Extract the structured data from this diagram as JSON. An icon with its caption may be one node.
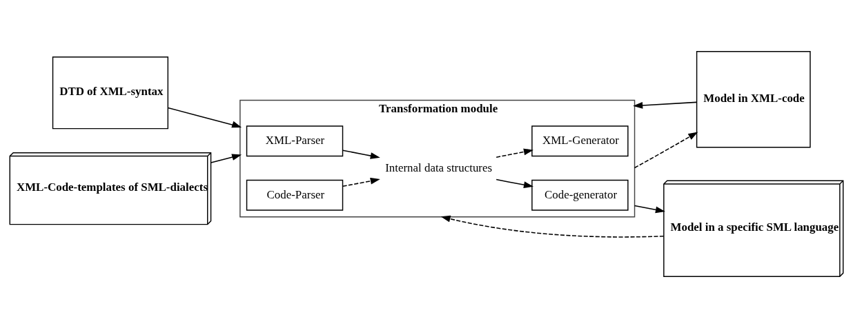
{
  "diagram": {
    "nodes": [
      {
        "text": [
          "Model in XML-code"
        ]
      },
      {
        "text": [
          "Transformation module"
        ]
      },
      {
        "text": [
          "XML-Parser"
        ],
        "in": 1
      },
      {
        "text": [
          "Code-generator"
        ],
        "in": 1
      },
      {
        "text": [
          "Internal data structures"
        ],
        "in": 1
      },
      {
        "text": [
          "XML-Generator"
        ],
        "in": 1
      },
      {
        "text": [
          "Code-Parser"
        ],
        "in": 1
      },
      {
        "text": [
          "Model in a specific SML language"
        ]
      },
      {
        "text": [
          "DTD of XML-syntax"
        ]
      },
      {
        "text": [
          "XML-Code-templates of SML-dialects"
        ]
      }
    ],
    "edges": [
      {
        "from": 0,
        "to": 1,
        "arrow": "to"
      },
      {
        "from": 1,
        "to": 7,
        "arrow": "to"
      },
      {
        "from": 7,
        "to": 1,
        "arrow": "to",
        "style": "dashed"
      },
      {
        "from": 1,
        "to": 0,
        "arrow": "to",
        "style": "dashed"
      },
      {
        "from": 2,
        "to": 4,
        "arrow": "to"
      },
      {
        "from": 4,
        "to": 3,
        "arrow": "to"
      },
      {
        "from": 4,
        "to": 5,
        "arrow": "to",
        "style": "dashed"
      },
      {
        "from": 6,
        "to": 4,
        "arrow": "to",
        "style": "dashed"
      },
      {
        "from": 8,
        "to": 1,
        "arrow": "to"
      },
      {
        "from": 9,
        "to": 1,
        "arrow": "to"
      }
    ]
  }
}
